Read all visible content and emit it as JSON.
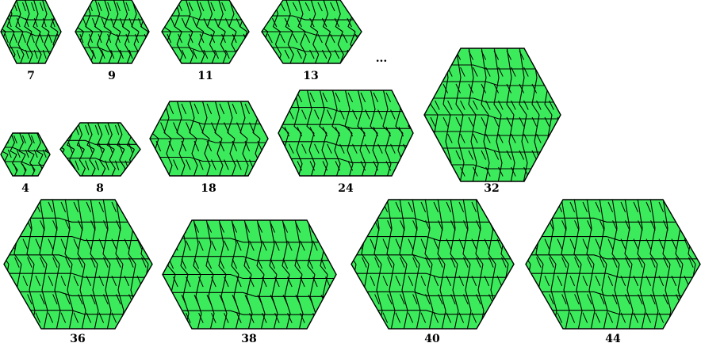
{
  "figure": {
    "fill_color": "#3CEB5C",
    "stroke_color": "#000000",
    "ellipsis_text": "...",
    "tilings": [
      {
        "label": "7"
      },
      {
        "label": "9"
      },
      {
        "label": "11"
      },
      {
        "label": "13"
      },
      {
        "label": "4"
      },
      {
        "label": "8"
      },
      {
        "label": "18"
      },
      {
        "label": "24"
      },
      {
        "label": "32"
      },
      {
        "label": "36"
      },
      {
        "label": "38"
      },
      {
        "label": "40"
      },
      {
        "label": "44"
      }
    ]
  }
}
